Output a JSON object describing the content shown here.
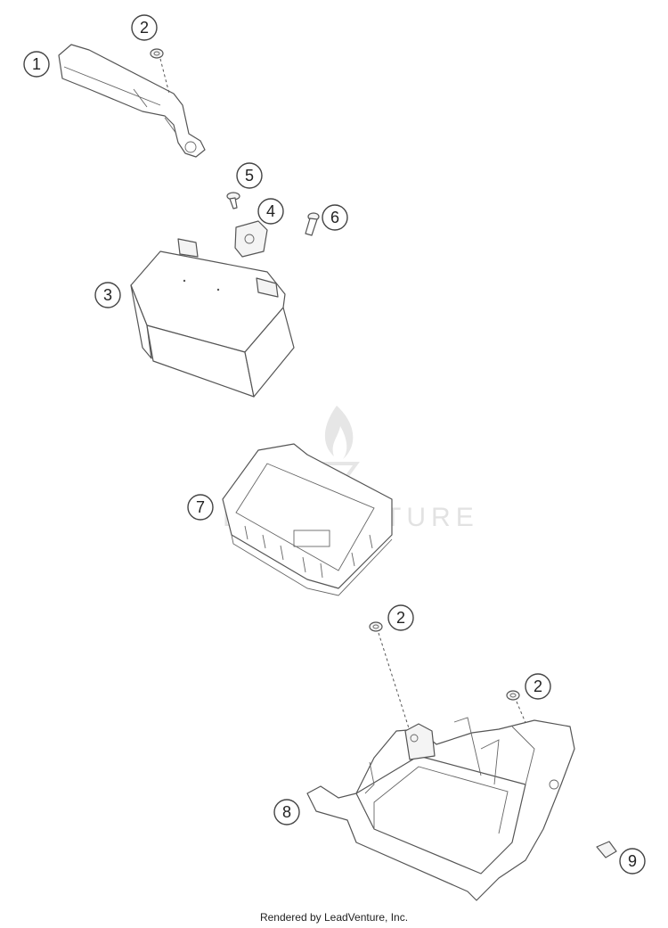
{
  "diagram": {
    "callouts": [
      {
        "id": "c1a",
        "label": "1"
      },
      {
        "id": "c2a",
        "label": "2"
      },
      {
        "id": "c5",
        "label": "5"
      },
      {
        "id": "c4",
        "label": "4"
      },
      {
        "id": "c6",
        "label": "6"
      },
      {
        "id": "c3",
        "label": "3"
      },
      {
        "id": "c7",
        "label": "7"
      },
      {
        "id": "c2b",
        "label": "2"
      },
      {
        "id": "c2c",
        "label": "2"
      },
      {
        "id": "c8",
        "label": "8"
      },
      {
        "id": "c9",
        "label": "9"
      }
    ],
    "watermark": "LEADVENTURE"
  },
  "footer": {
    "text": "Rendered by LeadVenture, Inc."
  }
}
